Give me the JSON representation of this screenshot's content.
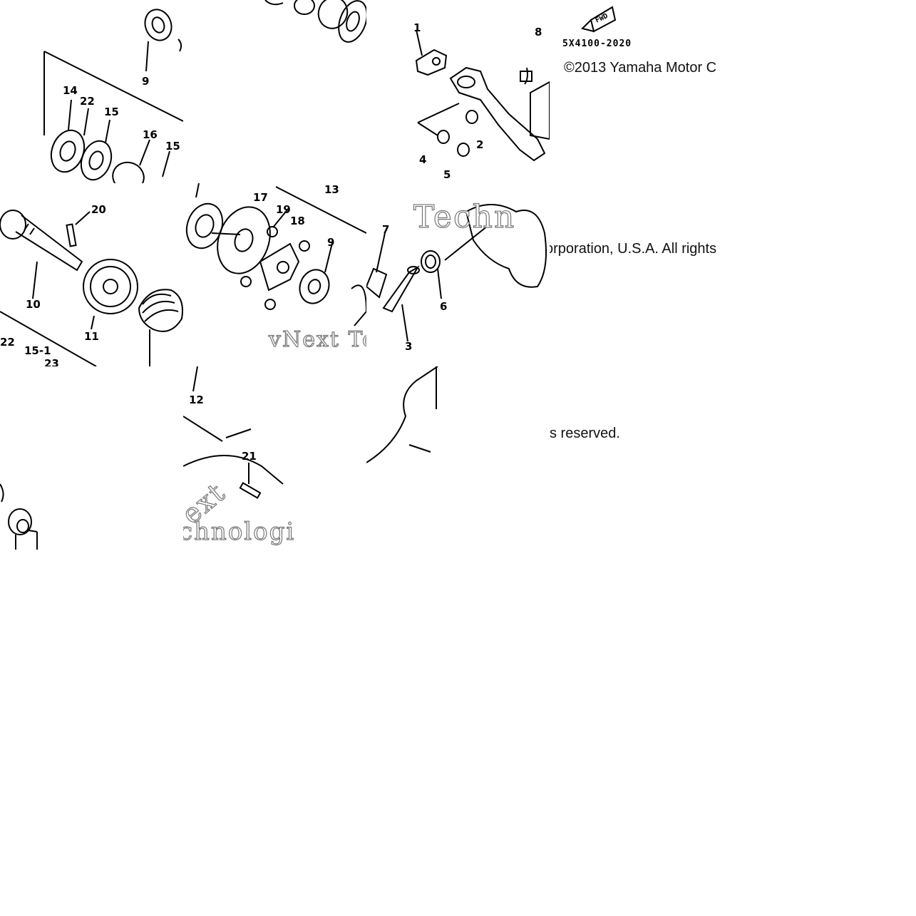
{
  "copyright": {
    "line1": "©2013 Yamaha Motor C",
    "line2": "orporation, U.S.A. All rights",
    "line3": "s reserved."
  },
  "diagram_code": "5X4100-2020",
  "fwd_label": "FWD",
  "watermark": {
    "a": "vNext Te",
    "b": "Techn",
    "c": "chnologi",
    "d": "ext"
  },
  "callouts": {
    "c1": "1",
    "c2": "2",
    "c3": "3",
    "c4": "4",
    "c5": "5",
    "c6": "6",
    "c7": "7",
    "c8": "8",
    "c9a": "9",
    "c9b": "9",
    "c10": "10",
    "c11": "11",
    "c12": "12",
    "c13": "13",
    "c14": "14",
    "c15a": "15",
    "c15b": "15",
    "c15c": "15-1",
    "c16": "16",
    "c17": "17",
    "c18": "18",
    "c19": "19",
    "c20": "20",
    "c21": "21",
    "c22a": "22",
    "c22b": "22",
    "c23": "23"
  }
}
